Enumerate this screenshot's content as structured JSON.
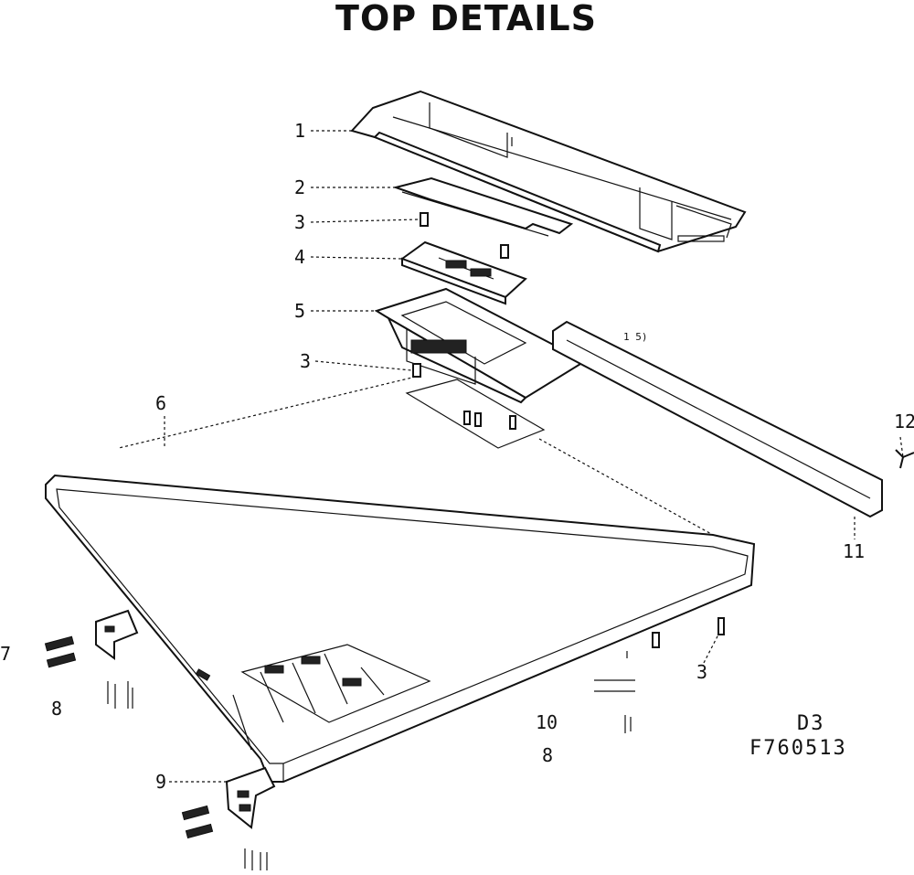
{
  "title": "TOP DETAILS",
  "callouts": [
    {
      "id": "1",
      "text": "1"
    },
    {
      "id": "2",
      "text": "2"
    },
    {
      "id": "3a",
      "text": "3"
    },
    {
      "id": "4",
      "text": "4"
    },
    {
      "id": "5",
      "text": "5"
    },
    {
      "id": "3b",
      "text": "3"
    },
    {
      "id": "6",
      "text": "6"
    },
    {
      "id": "12",
      "text": "12"
    },
    {
      "id": "11",
      "text": "11"
    },
    {
      "id": "7",
      "text": "7"
    },
    {
      "id": "8a",
      "text": "8"
    },
    {
      "id": "3c",
      "text": "3"
    },
    {
      "id": "10",
      "text": "10"
    },
    {
      "id": "8b",
      "text": "8"
    },
    {
      "id": "9",
      "text": "9"
    }
  ],
  "drawing_code": {
    "line1": "D3",
    "line2": "F760513"
  }
}
